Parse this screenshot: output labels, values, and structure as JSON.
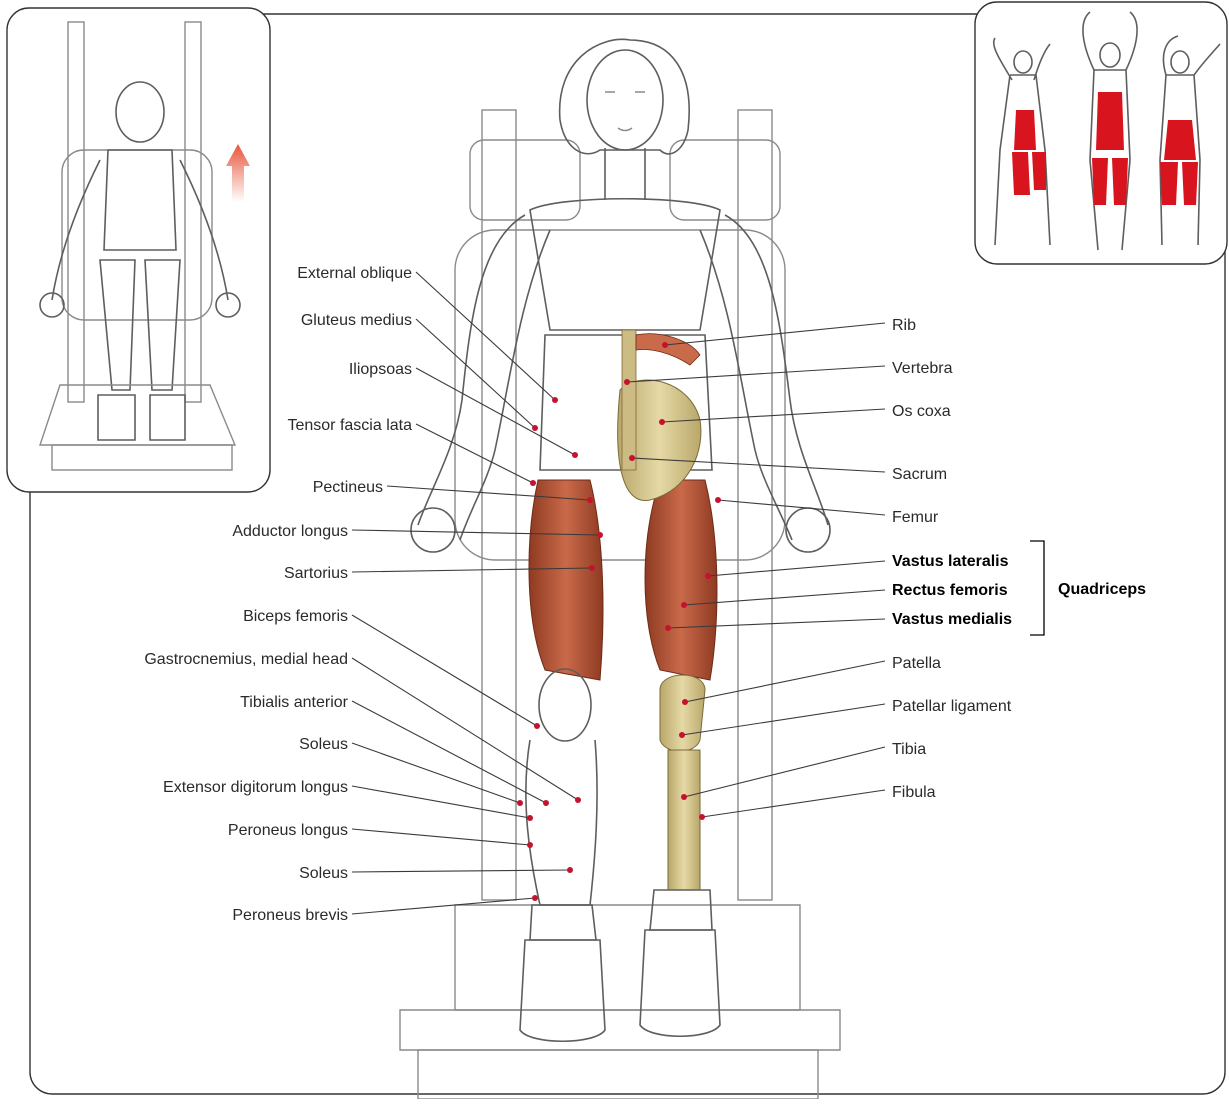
{
  "left_labels": [
    "External oblique",
    "Gluteus medius",
    "Iliopsoas",
    "Tensor fascia lata",
    "Pectineus",
    "Adductor longus",
    "Sartorius",
    "Biceps femoris",
    "Gastrocnemius, medial head",
    "Tibialis anterior",
    "Soleus",
    "Extensor digitorum longus",
    "Peroneus longus",
    "Soleus",
    "Peroneus brevis"
  ],
  "right_labels": [
    "Rib",
    "Vertebra",
    "Os coxa",
    "Sacrum",
    "Femur",
    "Patella",
    "Patellar ligament",
    "Tibia",
    "Fibula"
  ],
  "quadriceps_group": {
    "title": "Quadriceps",
    "parts": [
      "Vastus lateralis",
      "Rectus femoris",
      "Vastus medialis"
    ]
  },
  "colors": {
    "muscle_highlight": "#c4122f",
    "muscle_fill": "#b8553a",
    "bone_fill": "#d8c88c",
    "arrow": "#e8553a",
    "panel_border": "#333333"
  },
  "icons": {
    "arrow": "up-arrow-icon",
    "figures": "muscle-map-figures-icon"
  }
}
